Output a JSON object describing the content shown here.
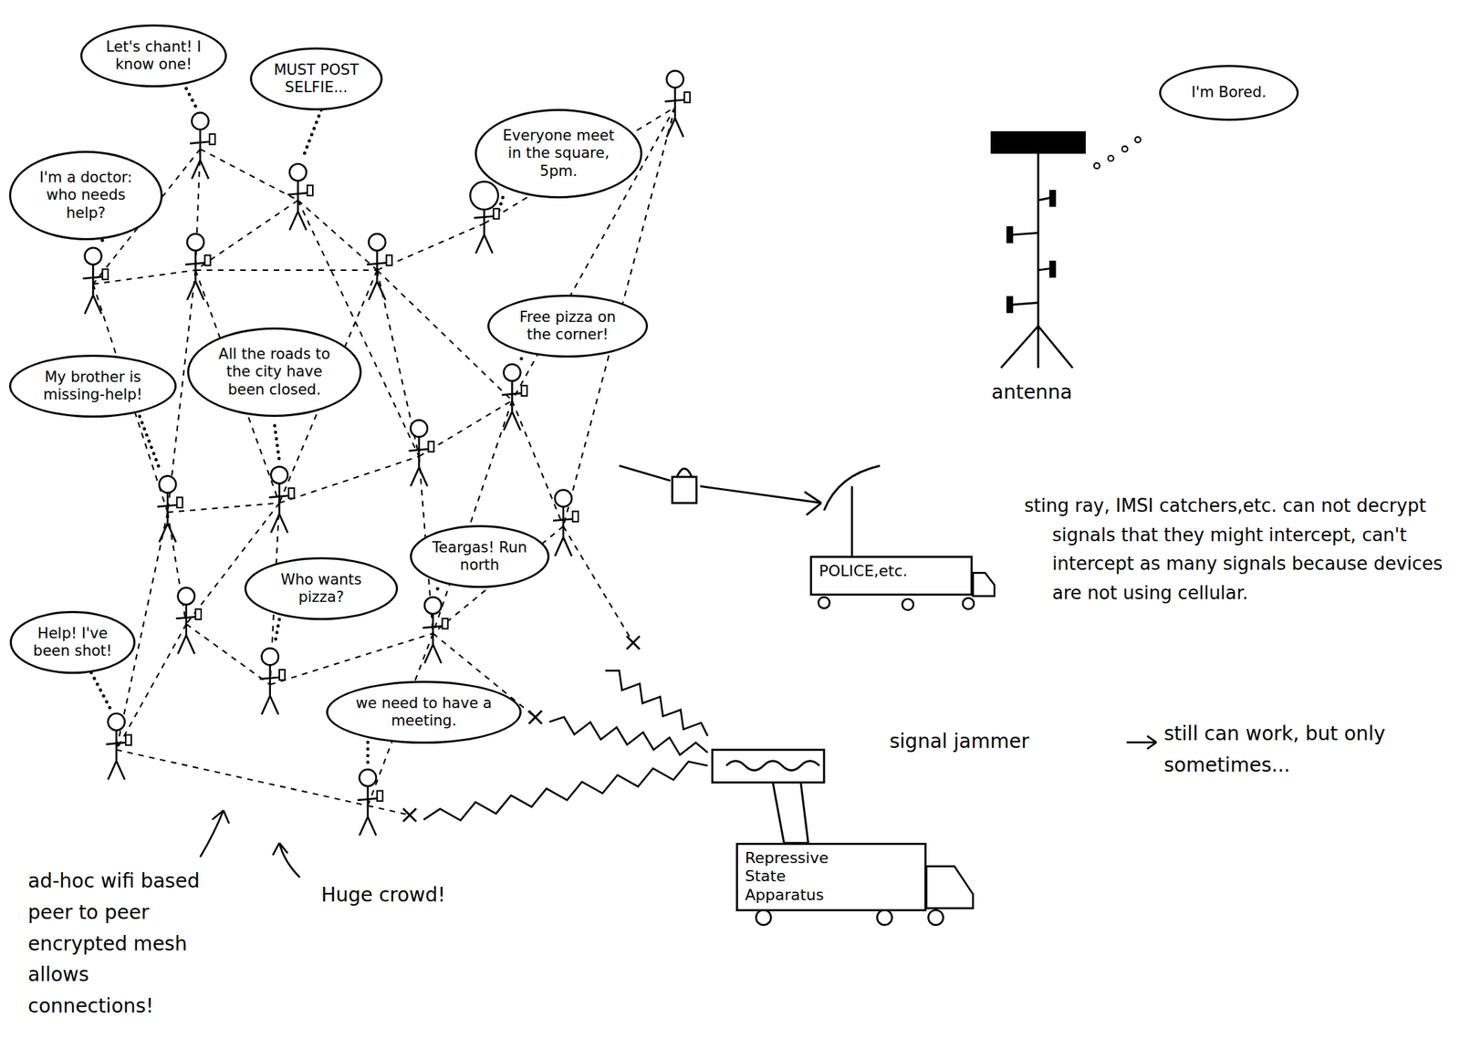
{
  "diagram": {
    "nodes": [
      {
        "text": [
          "Let's chant! I know one!"
        ]
      },
      {
        "text": [
          "MUST POST SELFIE..."
        ]
      },
      {
        "text": [
          "I'm Bored."
        ]
      },
      {
        "text": [
          "Everyone meet in the square, 5pm."
        ]
      },
      {
        "text": [
          "I'm a doctor: who needs help?"
        ]
      },
      {
        "text": [
          "Free pizza on the corner!"
        ]
      },
      {
        "text": [
          "My brother is missing-help!"
        ]
      },
      {
        "text": [
          "All the roads to the city have been closed."
        ]
      },
      {
        "text": [
          "Teargas! Run north"
        ]
      },
      {
        "text": [
          "POLICE,etc."
        ]
      },
      {
        "text": [
          "Who wants pizza?"
        ]
      },
      {
        "text": [
          "Help! I've been shot!"
        ]
      },
      {
        "text": [
          "we need to have a meeting."
        ]
      },
      {
        "text": [
          "Repressive State Apparatus"
        ]
      }
    ],
    "labels": [
      "antenna",
      "sting ray, IMSI catchers,etc. can not decrypt signals that they might intercept, can't intercept as many signals because devices are not using cellular.",
      "signal jammer",
      "still can work, but only sometimes...",
      "ad-hoc wifi based peer to peer encrypted mesh allows connections!",
      "Huge crowd!"
    ]
  }
}
